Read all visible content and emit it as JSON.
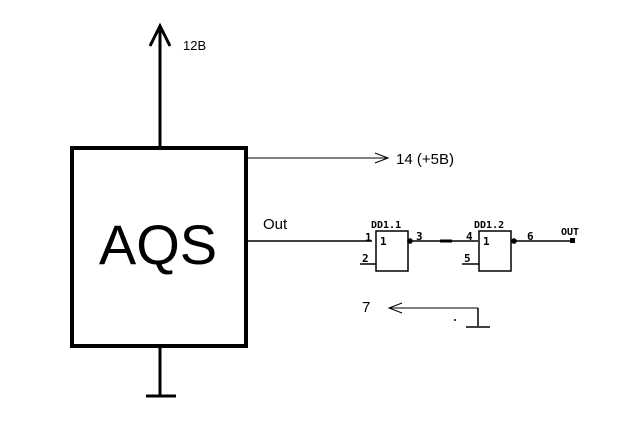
{
  "module": {
    "label": "AQS"
  },
  "power": {
    "supply_label": "12В",
    "pin14_label": "14 (+5В)",
    "pin7_label": "7"
  },
  "signal": {
    "out_label": "Out",
    "output_label": "OUT"
  },
  "gates": [
    {
      "name": "DD1.1",
      "in1": "1",
      "in2": "2",
      "inner": "1",
      "out": "3"
    },
    {
      "name": "DD1.2",
      "in1": "4",
      "in2": "5",
      "inner": "1",
      "out": "6"
    }
  ]
}
